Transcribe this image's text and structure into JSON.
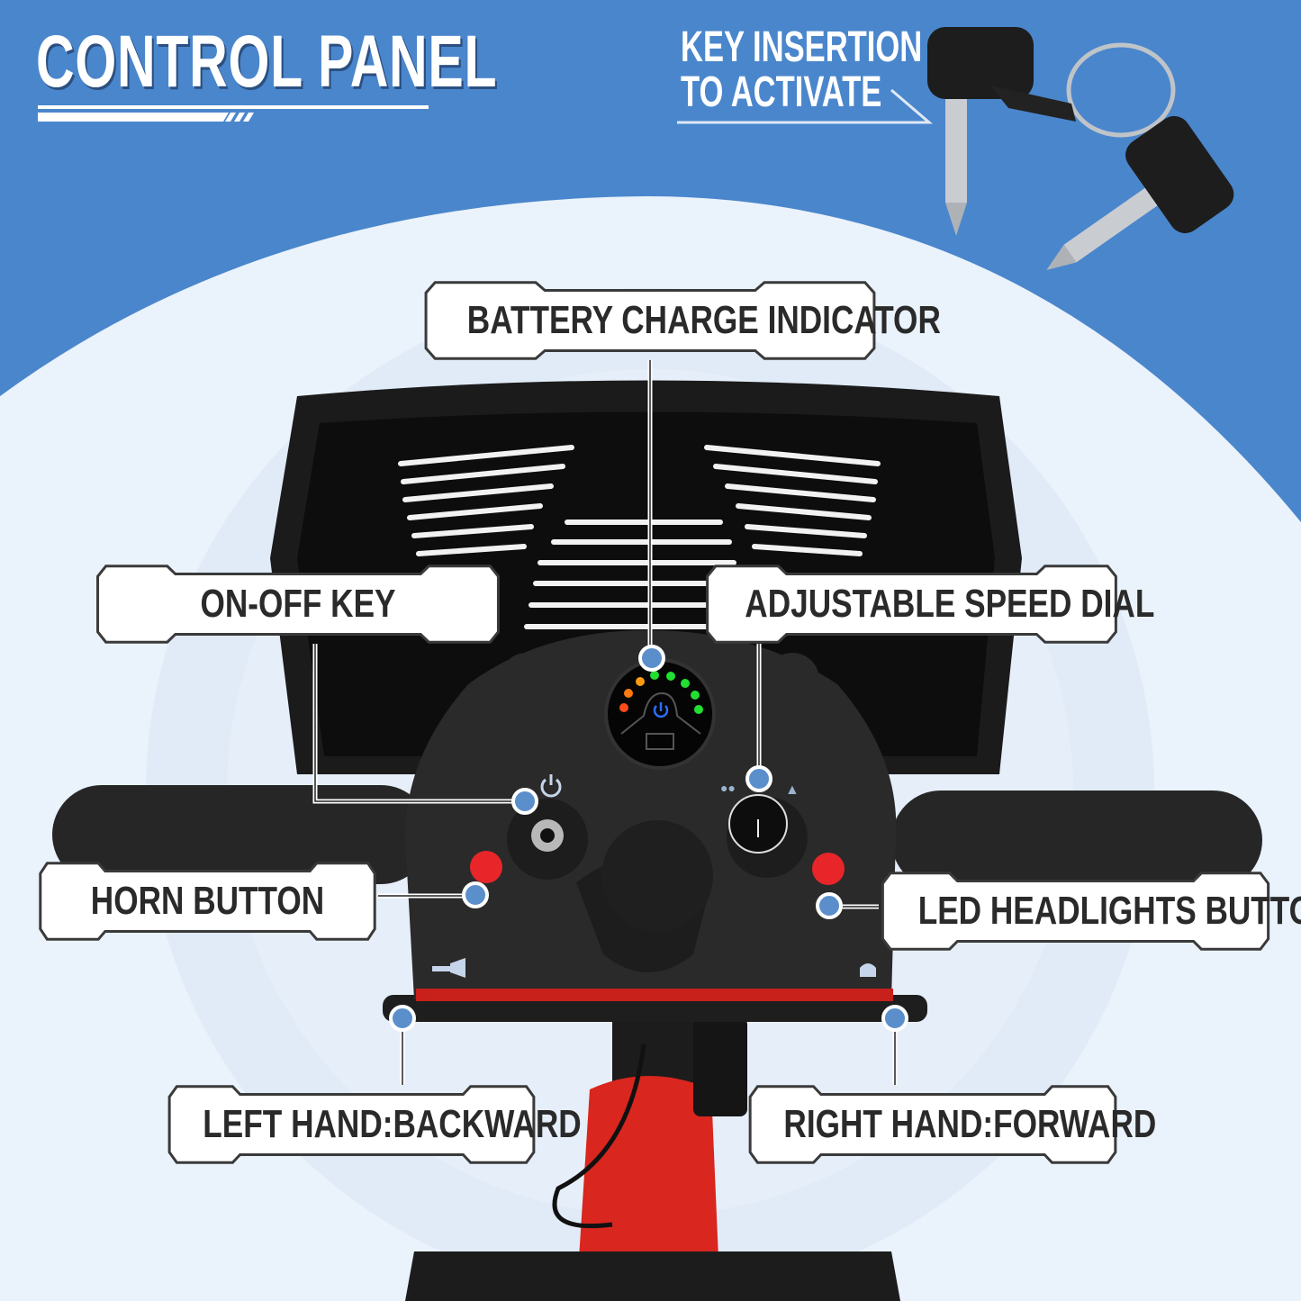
{
  "header": {
    "title": "CONTROL PANEL",
    "key_note_line1": "KEY INSERTION",
    "key_note_line2": "TO ACTIVATE"
  },
  "callouts": {
    "battery": "BATTERY CHARGE INDICATOR",
    "on_off": "ON-OFF KEY",
    "speed_dial": "ADJUSTABLE SPEED DIAL",
    "horn": "HORN BUTTON",
    "led": "LED HEADLIGHTS BUTTON",
    "left_hand": "LEFT HAND:BACKWARD",
    "right_hand": "RIGHT HAND:FORWARD"
  },
  "colors": {
    "background_blue": "#4a86cc",
    "marker_blue": "#5b8fcb",
    "button_red": "#e8262a"
  }
}
